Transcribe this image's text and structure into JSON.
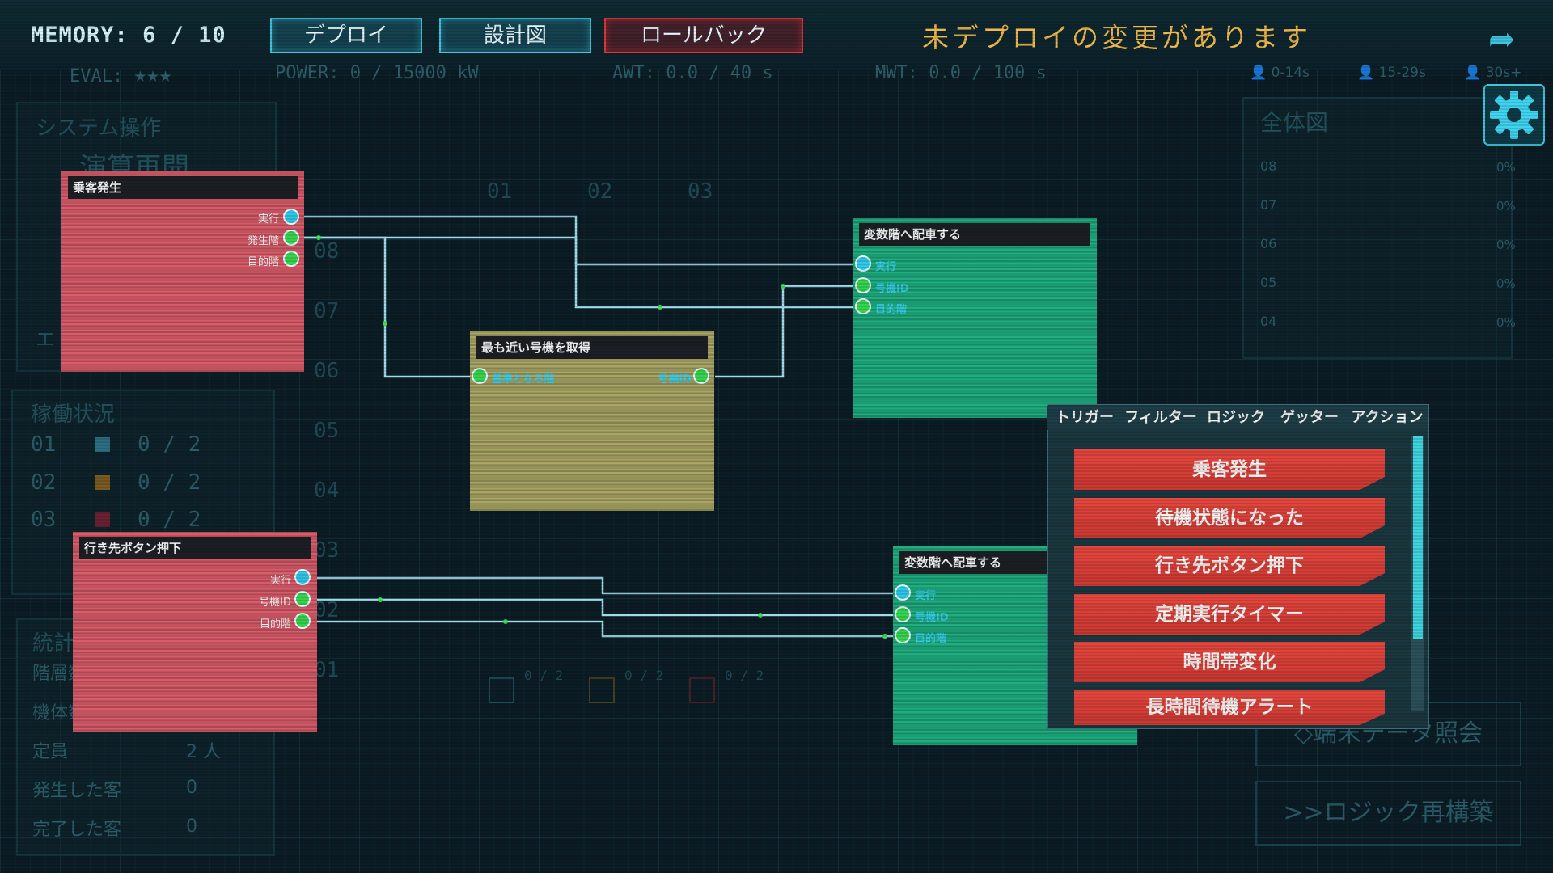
{
  "topbar": {
    "memory_label": "MEMORY:",
    "memory_value": "6 / 10",
    "eval_label": "EVAL:",
    "eval_stars": "★★★",
    "power": "POWER: 0 / 15000 kW",
    "awt": "AWT: 0.0 / 40 s",
    "mwt": "MWT: 0.0 / 100 s",
    "buttons": {
      "deploy": "デプロイ",
      "blueprint": "設計図",
      "rollback": "ロールバック"
    },
    "warning": "未デプロイの変更があります",
    "legend": [
      "0-14s",
      "15-29s",
      "30s+"
    ]
  },
  "left_panel": {
    "system_title": "システム操作",
    "resume": "演算再開",
    "side_letter": "エ",
    "status_title": "稼働状況",
    "status_rows": [
      {
        "id": "01",
        "value": "0 / 2",
        "color": "#2b6e84"
      },
      {
        "id": "02",
        "value": "0 / 2",
        "color": "#7a5a22"
      },
      {
        "id": "03",
        "value": "0 / 2",
        "color": "#6a2233"
      }
    ],
    "stats_title": "統計",
    "stats_rows": [
      {
        "label": "階層数",
        "value": ""
      },
      {
        "label": "機体数",
        "value": ""
      },
      {
        "label": "定員",
        "value": "2 人"
      },
      {
        "label": "発生した客",
        "value": "0"
      },
      {
        "label": "完了した客",
        "value": "0"
      }
    ]
  },
  "grid": {
    "cols": [
      "01",
      "02",
      "03"
    ],
    "rows": [
      "08",
      "07",
      "06",
      "05",
      "04",
      "03",
      "02",
      "01"
    ],
    "bottom_counts": [
      "0 / 2",
      "0 / 2",
      "0 / 2"
    ]
  },
  "overview": {
    "title": "全体図",
    "rows": [
      {
        "floor": "08",
        "pct": "0%"
      },
      {
        "floor": "07",
        "pct": "0%"
      },
      {
        "floor": "06",
        "pct": "0%"
      },
      {
        "floor": "05",
        "pct": "0%"
      },
      {
        "floor": "04",
        "pct": "0%"
      }
    ]
  },
  "nodes": {
    "spawn": {
      "title": "乗客発生",
      "ports": [
        "実行",
        "発生階",
        "目的階"
      ]
    },
    "nearest": {
      "title": "最も近い号機を取得",
      "in_port": "基準となる階",
      "out_port": "号機ID"
    },
    "assign1": {
      "title": "変数階へ配車する",
      "ports": [
        "実行",
        "号機ID",
        "目的階"
      ]
    },
    "dest": {
      "title": "行き先ボタン押下",
      "ports": [
        "実行",
        "号機ID",
        "目的階"
      ]
    },
    "assign2": {
      "title": "変数階へ配車する",
      "ports": [
        "実行",
        "号機ID",
        "目的階"
      ]
    }
  },
  "palette": {
    "tabs": [
      "トリガー",
      "フィルター",
      "ロジック",
      "ゲッター",
      "アクション"
    ],
    "items": [
      "乗客発生",
      "待機状態になった",
      "行き先ボタン押下",
      "定期実行タイマー",
      "時間帯変化",
      "長時間待機アラート"
    ]
  },
  "right_buttons": {
    "terminal": "◇端末データ照会",
    "rebuild": ">>ロジック再構築"
  },
  "colors": {
    "accent": "#3ec6e0",
    "warning": "#f0b84a",
    "trigger": "#d85c6a",
    "action": "#1fae80",
    "getter": "#a8a565",
    "palette_btn": "#e6473e"
  }
}
